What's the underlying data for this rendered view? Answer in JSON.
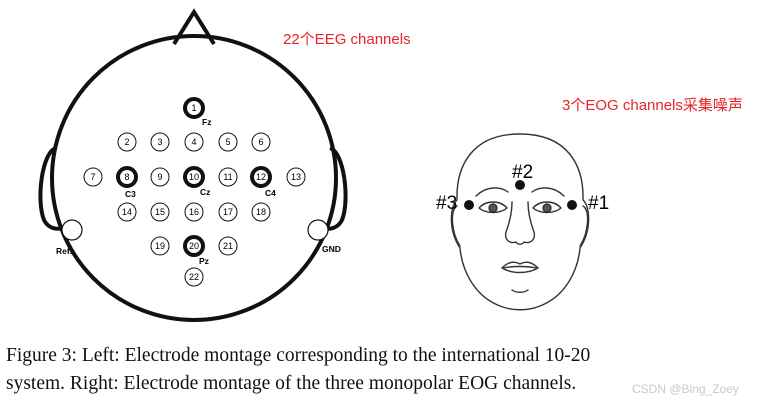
{
  "annotations": {
    "eeg": "22个EEG channels",
    "eog": "3个EOG channels采集噪声",
    "color": "#e8232a"
  },
  "montage": {
    "electrodes": [
      {
        "n": "1",
        "ring": "thick",
        "label": "Fz"
      },
      {
        "n": "2"
      },
      {
        "n": "3"
      },
      {
        "n": "4"
      },
      {
        "n": "5"
      },
      {
        "n": "6"
      },
      {
        "n": "7"
      },
      {
        "n": "8",
        "ring": "thick",
        "label": "C3"
      },
      {
        "n": "9"
      },
      {
        "n": "10",
        "ring": "thick",
        "label": "Cz"
      },
      {
        "n": "11"
      },
      {
        "n": "12",
        "ring": "thick",
        "label": "C4"
      },
      {
        "n": "13"
      },
      {
        "n": "14"
      },
      {
        "n": "15"
      },
      {
        "n": "16"
      },
      {
        "n": "17"
      },
      {
        "n": "18"
      },
      {
        "n": "19"
      },
      {
        "n": "20",
        "ring": "thick",
        "label": "Pz"
      },
      {
        "n": "21"
      },
      {
        "n": "22"
      }
    ],
    "ref_label": "Ref.",
    "gnd_label": "GND"
  },
  "face": {
    "labels": [
      "#1",
      "#2",
      "#3"
    ]
  },
  "caption": {
    "line1": "Figure 3: Left: Electrode montage corresponding to the international 10-20",
    "line2": "system. Right: Electrode montage of the three monopolar EOG channels."
  },
  "watermark": "CSDN @Bing_Zoey"
}
